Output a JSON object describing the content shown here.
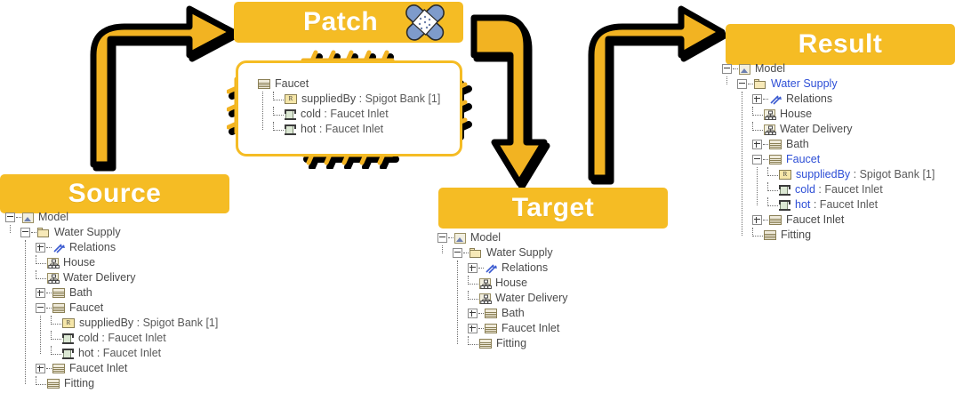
{
  "theme": {
    "accent": "#F5BC24",
    "arrow_fill": "#F2B322",
    "arrow_outline": "#000000",
    "banner_text": "#FFFFFF",
    "tree_text": "#4B4B4B",
    "highlight_text": "#2E4FD6"
  },
  "panels": {
    "source": {
      "title": "Source"
    },
    "patch": {
      "title": "Patch",
      "icon": "bandage-icon"
    },
    "target": {
      "title": "Target"
    },
    "result": {
      "title": "Result"
    }
  },
  "source_tree": [
    {
      "depth": 0,
      "icon": "model-icon",
      "expander": "minus",
      "label": "Model",
      "highlight": false
    },
    {
      "depth": 1,
      "icon": "folder-icon",
      "expander": "minus",
      "label": "Water Supply",
      "highlight": false
    },
    {
      "depth": 2,
      "icon": "relations-icon",
      "expander": "plus",
      "label": "Relations",
      "highlight": false
    },
    {
      "depth": 2,
      "icon": "structure-icon",
      "expander": "leaf",
      "label": "House",
      "highlight": false
    },
    {
      "depth": 2,
      "icon": "structure-icon",
      "expander": "leaf",
      "label": "Water Delivery",
      "highlight": false
    },
    {
      "depth": 2,
      "icon": "block-icon",
      "expander": "plus",
      "label": "Bath",
      "highlight": false
    },
    {
      "depth": 2,
      "icon": "block-icon",
      "expander": "minus",
      "label": "Faucet",
      "highlight": false
    },
    {
      "depth": 3,
      "icon": "reference-icon",
      "expander": "leaf",
      "label": "suppliedBy : Spigot Bank [1]",
      "name": "suppliedBy",
      "type": " : Spigot Bank [1]",
      "highlight": false
    },
    {
      "depth": 3,
      "icon": "port-icon",
      "expander": "leaf",
      "label": "cold : Faucet Inlet",
      "name": "cold",
      "type": " : Faucet Inlet",
      "highlight": false
    },
    {
      "depth": 3,
      "icon": "port-icon",
      "expander": "leaf",
      "label": "hot : Faucet Inlet",
      "name": "hot",
      "type": " : Faucet Inlet",
      "highlight": false
    },
    {
      "depth": 2,
      "icon": "block-icon",
      "expander": "plus",
      "label": "Faucet Inlet",
      "highlight": false
    },
    {
      "depth": 2,
      "icon": "block-icon",
      "expander": "leaf",
      "label": "Fitting",
      "highlight": false
    }
  ],
  "patch_tree": [
    {
      "depth": 0,
      "icon": "block-icon",
      "expander": "none",
      "label": "Faucet",
      "highlight": false
    },
    {
      "depth": 1,
      "icon": "reference-icon",
      "expander": "leaf",
      "label": "suppliedBy : Spigot Bank [1]",
      "name": "suppliedBy",
      "type": " : Spigot Bank [1]",
      "highlight": false
    },
    {
      "depth": 1,
      "icon": "port-icon",
      "expander": "leaf",
      "label": "cold : Faucet Inlet",
      "name": "cold",
      "type": " : Faucet Inlet",
      "highlight": false
    },
    {
      "depth": 1,
      "icon": "port-icon",
      "expander": "leaf",
      "label": "hot : Faucet Inlet",
      "name": "hot",
      "type": " : Faucet Inlet",
      "highlight": false
    }
  ],
  "target_tree": [
    {
      "depth": 0,
      "icon": "model-icon",
      "expander": "minus",
      "label": "Model",
      "highlight": false
    },
    {
      "depth": 1,
      "icon": "folder-icon",
      "expander": "minus",
      "label": "Water Supply",
      "highlight": false
    },
    {
      "depth": 2,
      "icon": "relations-icon",
      "expander": "plus",
      "label": "Relations",
      "highlight": false
    },
    {
      "depth": 2,
      "icon": "structure-icon",
      "expander": "leaf",
      "label": "House",
      "highlight": false
    },
    {
      "depth": 2,
      "icon": "structure-icon",
      "expander": "leaf",
      "label": "Water Delivery",
      "highlight": false
    },
    {
      "depth": 2,
      "icon": "block-icon",
      "expander": "plus",
      "label": "Bath",
      "highlight": false
    },
    {
      "depth": 2,
      "icon": "block-icon",
      "expander": "plus",
      "label": "Faucet Inlet",
      "highlight": false
    },
    {
      "depth": 2,
      "icon": "block-icon",
      "expander": "leaf",
      "label": "Fitting",
      "highlight": false
    }
  ],
  "result_tree": [
    {
      "depth": 0,
      "icon": "model-icon",
      "expander": "minus",
      "label": "Model",
      "highlight": false
    },
    {
      "depth": 1,
      "icon": "folder-icon",
      "expander": "minus",
      "label": "Water Supply",
      "highlight": true
    },
    {
      "depth": 2,
      "icon": "relations-icon",
      "expander": "plus",
      "label": "Relations",
      "highlight": false
    },
    {
      "depth": 2,
      "icon": "structure-icon",
      "expander": "leaf",
      "label": "House",
      "highlight": false
    },
    {
      "depth": 2,
      "icon": "structure-icon",
      "expander": "leaf",
      "label": "Water Delivery",
      "highlight": false
    },
    {
      "depth": 2,
      "icon": "block-icon",
      "expander": "plus",
      "label": "Bath",
      "highlight": false
    },
    {
      "depth": 2,
      "icon": "block-icon",
      "expander": "minus",
      "label": "Faucet",
      "highlight": true
    },
    {
      "depth": 3,
      "icon": "reference-icon",
      "expander": "leaf",
      "label": "suppliedBy : Spigot Bank [1]",
      "name": "suppliedBy",
      "type": " : Spigot Bank [1]",
      "highlight": true
    },
    {
      "depth": 3,
      "icon": "port-icon",
      "expander": "leaf",
      "label": "cold : Faucet Inlet",
      "name": "cold",
      "type": " : Faucet Inlet",
      "highlight": true
    },
    {
      "depth": 3,
      "icon": "port-icon",
      "expander": "leaf",
      "label": "hot : Faucet Inlet",
      "name": "hot",
      "type": " : Faucet Inlet",
      "highlight": true
    },
    {
      "depth": 2,
      "icon": "block-icon",
      "expander": "plus",
      "label": "Faucet Inlet",
      "highlight": false
    },
    {
      "depth": 2,
      "icon": "block-icon",
      "expander": "leaf",
      "label": "Fitting",
      "highlight": false
    }
  ],
  "arrows": [
    {
      "name": "source-to-patch-arrow",
      "direction": "up-right"
    },
    {
      "name": "patch-to-target-arrow",
      "direction": "down"
    },
    {
      "name": "target-to-result-arrow",
      "direction": "up-right"
    }
  ]
}
